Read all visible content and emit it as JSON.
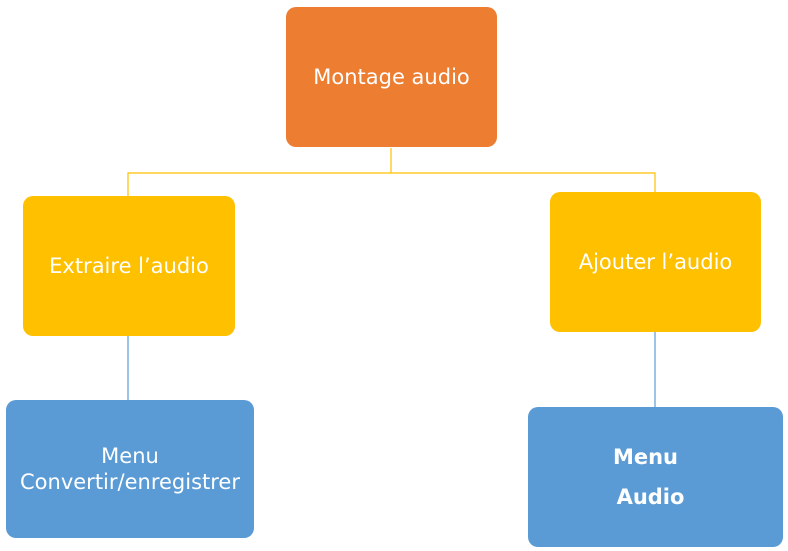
{
  "diagram": {
    "root": {
      "label": "Montage audio",
      "color": "#ed7d31"
    },
    "left_branch": {
      "label": "Extraire  l’audio",
      "color": "#ffc000",
      "child": {
        "line1": "Menu",
        "line2": "Convertir/enregistrer",
        "color": "#5b9bd5"
      }
    },
    "right_branch": {
      "label": "Ajouter  l’audio",
      "color": "#ffc000",
      "child": {
        "line1": "Menu",
        "line2": "Audio",
        "color": "#5b9bd5"
      }
    },
    "connector_colors": {
      "top": "#ffc000",
      "bottom": "#5b9bd5"
    }
  }
}
